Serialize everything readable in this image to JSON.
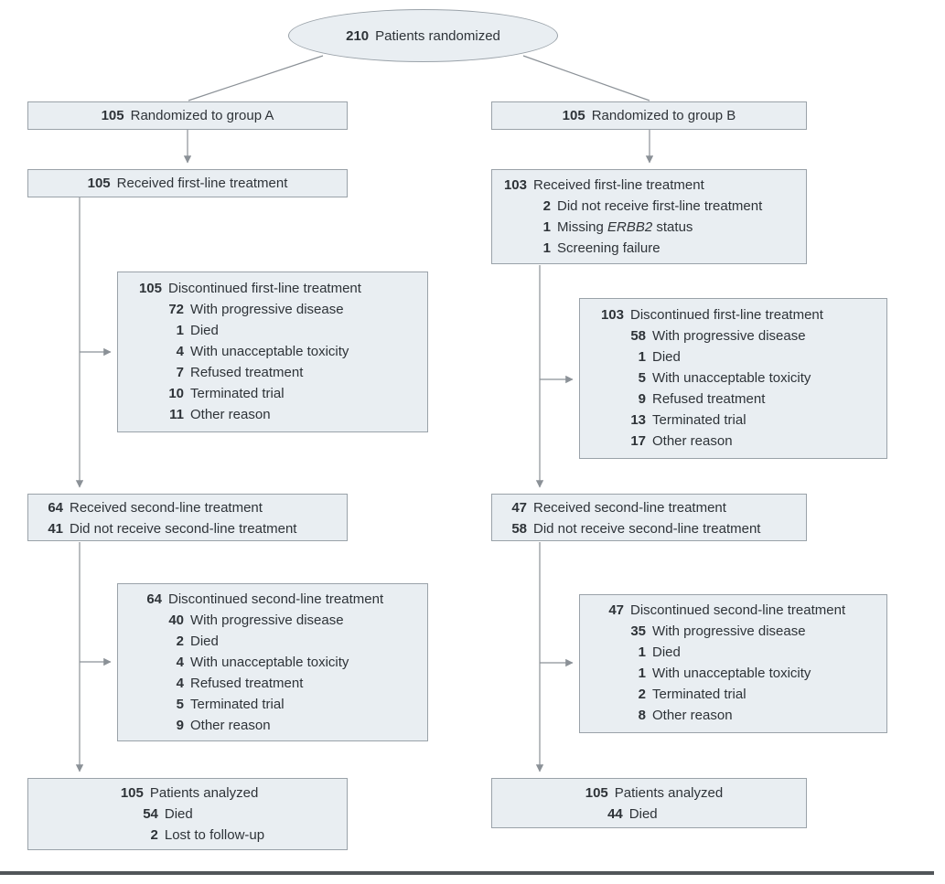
{
  "colors": {
    "box_fill": "#e9eef2",
    "box_border": "#9aa2a9",
    "line": "#8b9197",
    "text": "#2e3338",
    "rule": "#515659",
    "bg": "#ffffff"
  },
  "ellipse": {
    "v": "210",
    "t": "Patients randomized"
  },
  "boxes": {
    "group_a": {
      "rows": [
        {
          "v": "105",
          "t": "Randomized to group A"
        }
      ]
    },
    "group_b": {
      "rows": [
        {
          "v": "105",
          "t": "Randomized to group B"
        }
      ]
    },
    "recv_a": {
      "rows": [
        {
          "v": "105",
          "t": "Received first-line treatment"
        }
      ]
    },
    "recv_b": {
      "rows": [
        {
          "v": "103",
          "t": "Received first-line treatment"
        },
        {
          "v": "2",
          "t": "Did not receive first-line treatment"
        },
        {
          "v": "1",
          "t_pre": "Missing ",
          "t_italic": "ERBB2",
          "t_post": " status"
        },
        {
          "v": "1",
          "t": "Screening failure"
        }
      ]
    },
    "disc_a1": {
      "rows": [
        {
          "v": "105",
          "t": "Discontinued first-line treatment"
        },
        {
          "v": "72",
          "t": "With progressive disease"
        },
        {
          "v": "1",
          "t": "Died"
        },
        {
          "v": "4",
          "t": "With unacceptable toxicity"
        },
        {
          "v": "7",
          "t": "Refused treatment"
        },
        {
          "v": "10",
          "t": "Terminated trial"
        },
        {
          "v": "11",
          "t": "Other reason"
        }
      ]
    },
    "disc_b1": {
      "rows": [
        {
          "v": "103",
          "t": "Discontinued first-line treatment"
        },
        {
          "v": "58",
          "t": "With progressive disease"
        },
        {
          "v": "1",
          "t": "Died"
        },
        {
          "v": "5",
          "t": "With unacceptable toxicity"
        },
        {
          "v": "9",
          "t": "Refused treatment"
        },
        {
          "v": "13",
          "t": "Terminated trial"
        },
        {
          "v": "17",
          "t": "Other reason"
        }
      ]
    },
    "second_a": {
      "rows": [
        {
          "v": "64",
          "t": "Received second-line treatment"
        },
        {
          "v": "41",
          "t": "Did not receive second-line treatment"
        }
      ]
    },
    "second_b": {
      "rows": [
        {
          "v": "47",
          "t": "Received second-line treatment"
        },
        {
          "v": "58",
          "t": "Did not receive second-line treatment"
        }
      ]
    },
    "disc_a2": {
      "rows": [
        {
          "v": "64",
          "t": "Discontinued second-line treatment"
        },
        {
          "v": "40",
          "t": "With progressive disease"
        },
        {
          "v": "2",
          "t": "Died"
        },
        {
          "v": "4",
          "t": "With unacceptable toxicity"
        },
        {
          "v": "4",
          "t": "Refused treatment"
        },
        {
          "v": "5",
          "t": "Terminated trial"
        },
        {
          "v": "9",
          "t": "Other reason"
        }
      ]
    },
    "disc_b2": {
      "rows": [
        {
          "v": "47",
          "t": "Discontinued second-line treatment"
        },
        {
          "v": "35",
          "t": "With progressive disease"
        },
        {
          "v": "1",
          "t": "Died"
        },
        {
          "v": "1",
          "t": "With unacceptable toxicity"
        },
        {
          "v": "2",
          "t": "Terminated trial"
        },
        {
          "v": "8",
          "t": "Other reason"
        }
      ]
    },
    "analyzed_a": {
      "rows": [
        {
          "v": "105",
          "t": "Patients analyzed"
        },
        {
          "v": "54",
          "t": "Died"
        },
        {
          "v": "2",
          "t": "Lost to follow-up"
        }
      ]
    },
    "analyzed_b": {
      "rows": [
        {
          "v": "105",
          "t": "Patients analyzed"
        },
        {
          "v": "44",
          "t": "Died"
        }
      ]
    }
  }
}
